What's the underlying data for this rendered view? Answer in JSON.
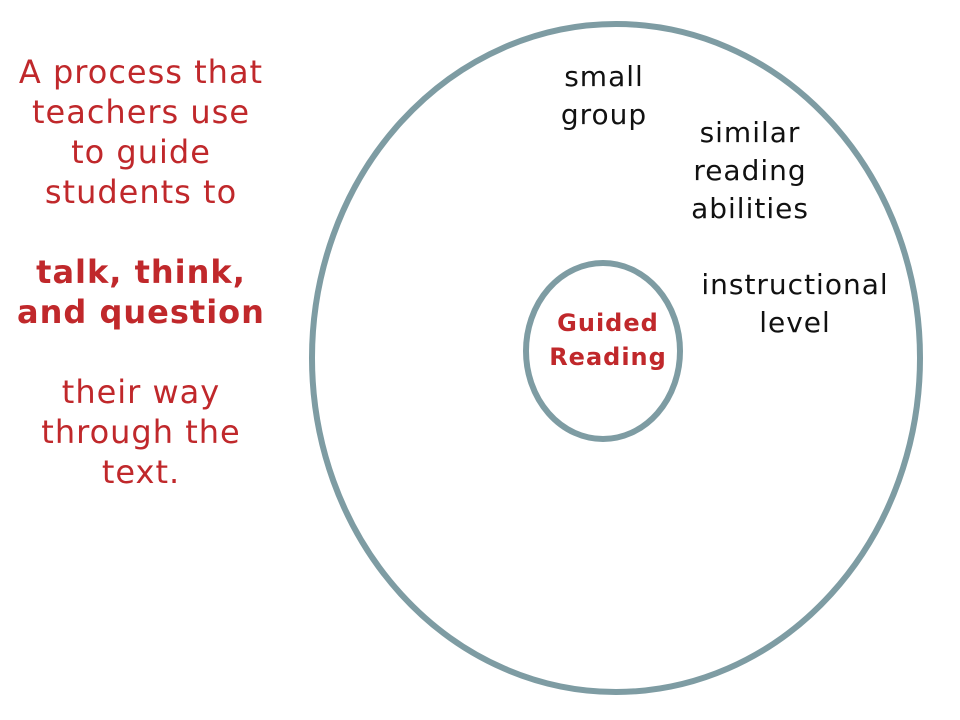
{
  "colors": {
    "accent_red": "#c0282b",
    "ring_gray": "#7e9ca3",
    "text_dark": "#111111"
  },
  "definition": {
    "part1": "A process that teachers use to guide students to",
    "part2": "talk, think, and question",
    "part3": "their way through the text."
  },
  "diagram": {
    "center_label": "Guided Reading",
    "attributes": [
      "small group",
      "similar reading abilities",
      "instructional level"
    ]
  }
}
